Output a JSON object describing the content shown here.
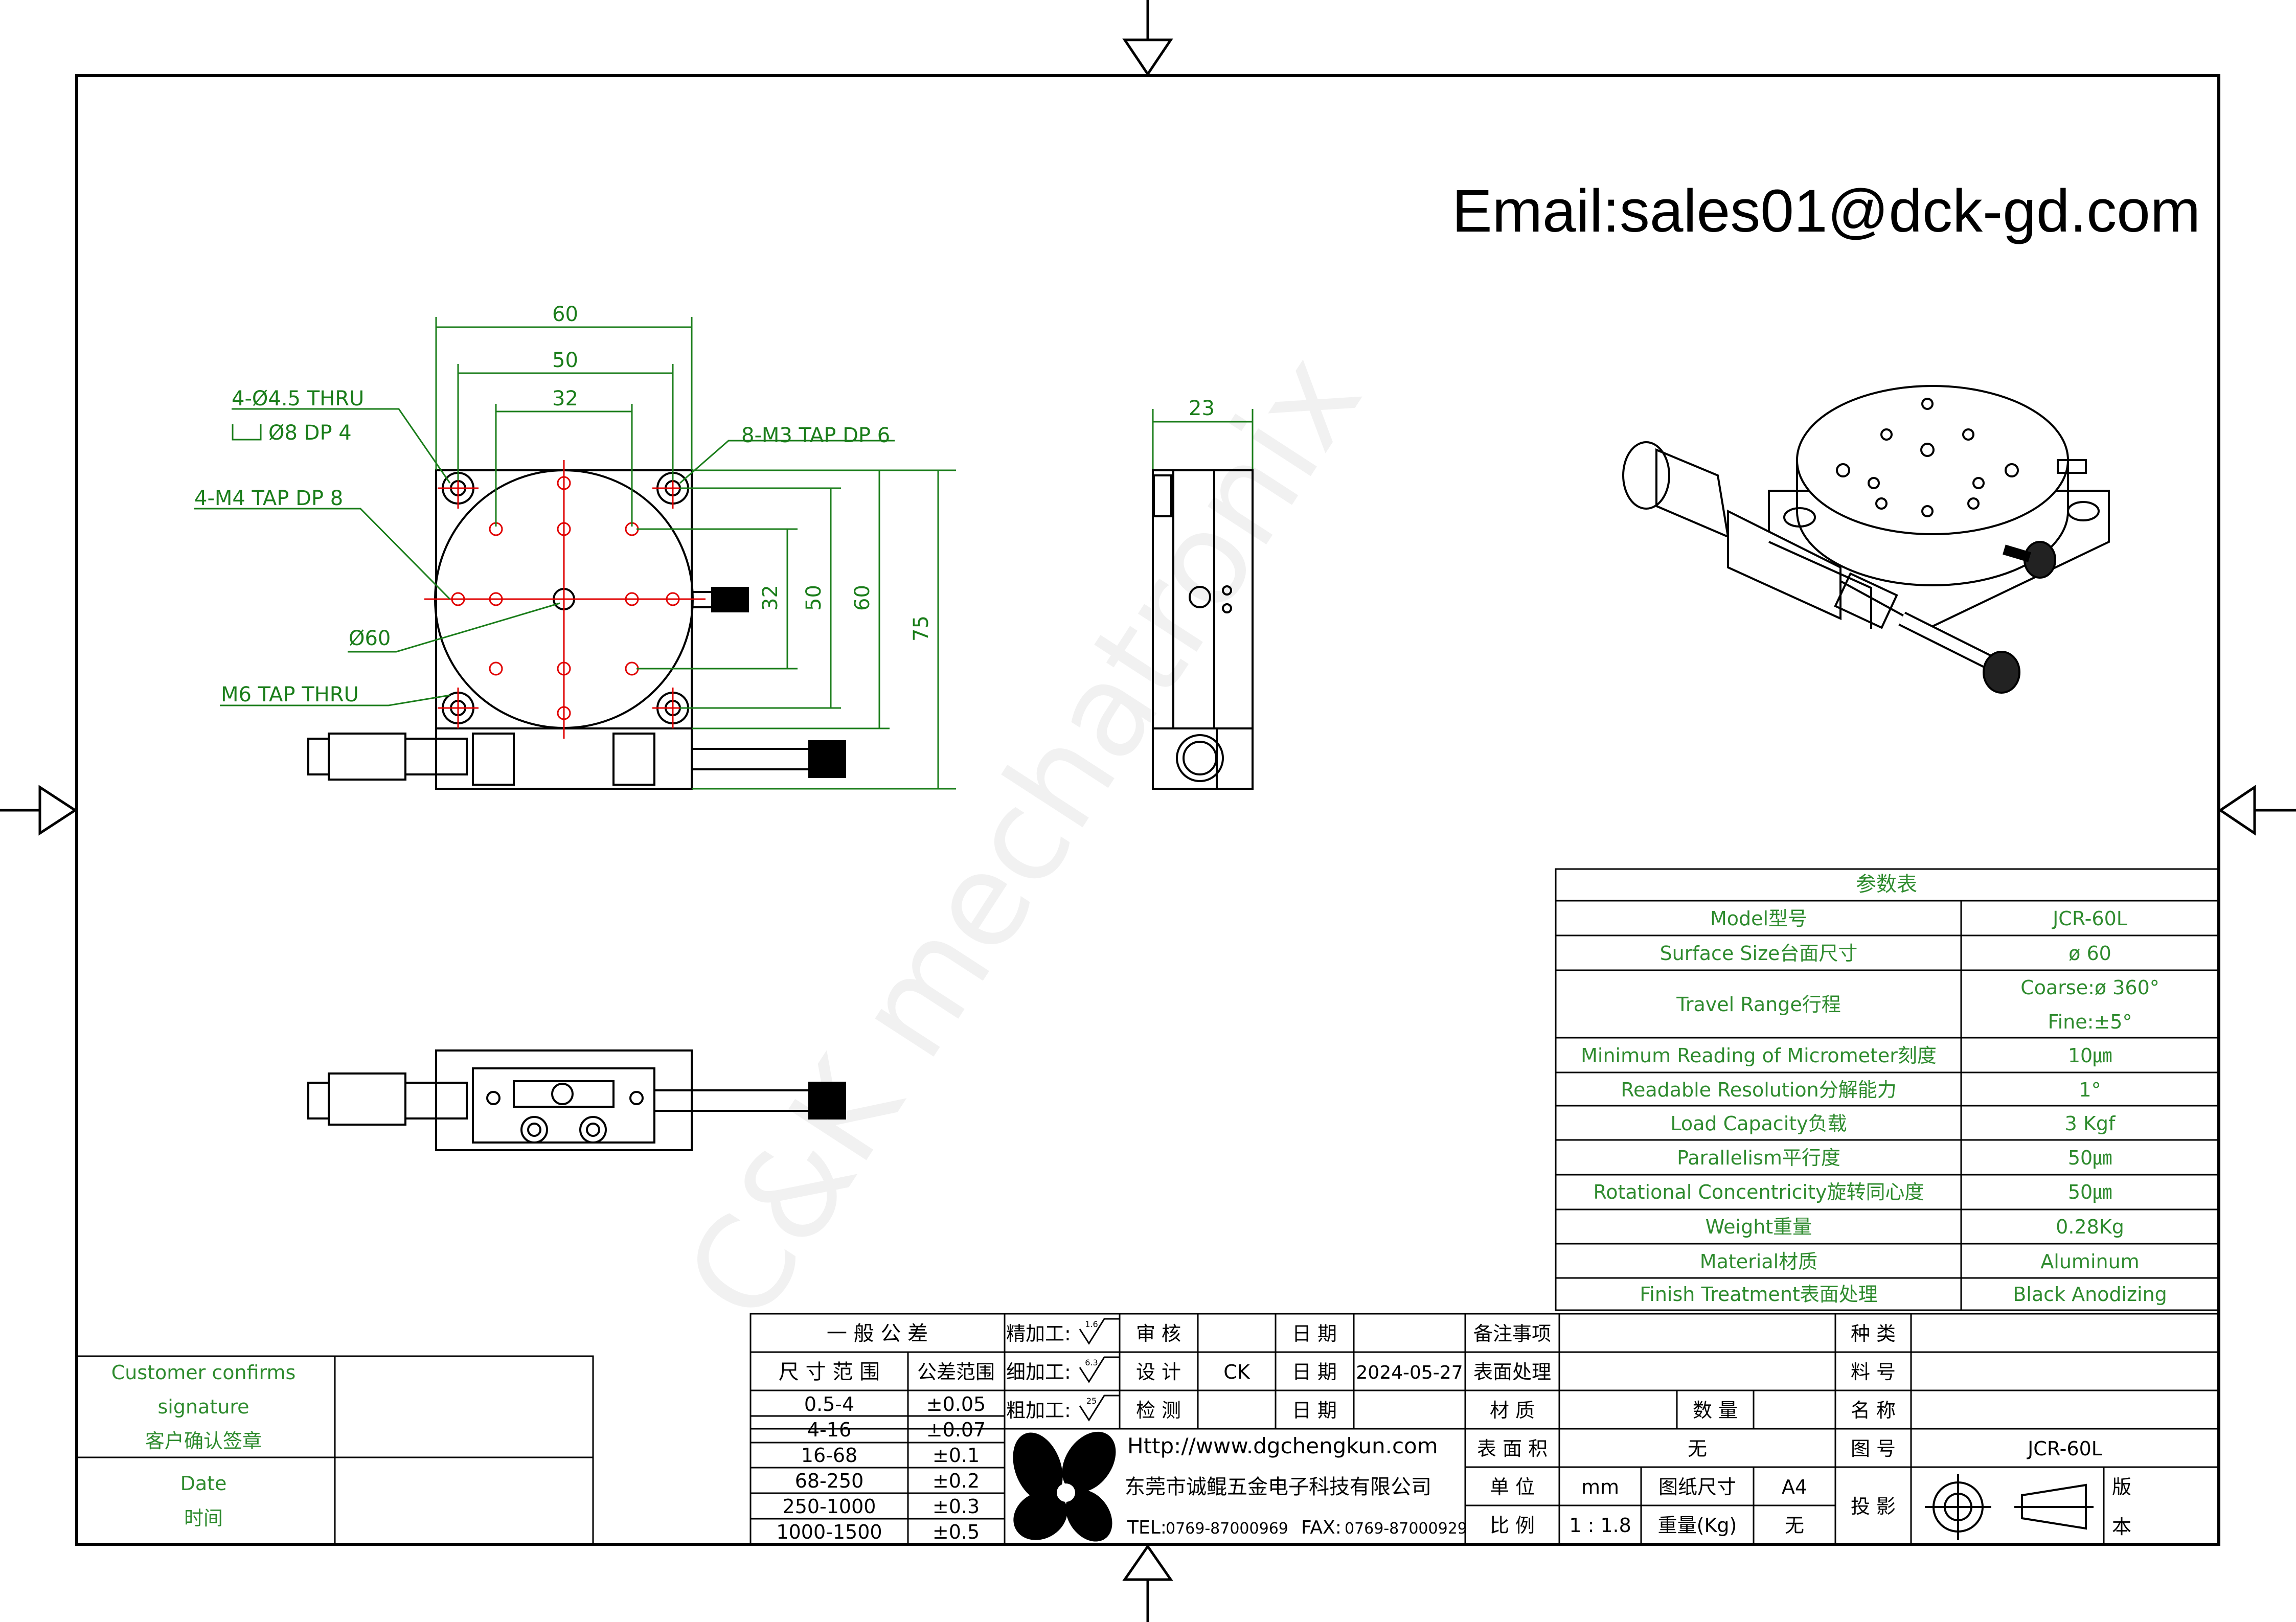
{
  "email": "Email:sales01@dck-gd.com",
  "watermark": "C&K mechatronix",
  "dimensions": {
    "w60": "60",
    "w50": "50",
    "w32": "32",
    "thru_holes": "4-Ø4.5 THRU",
    "counterbore": "Ø8 DP 4",
    "m4": "4-M4 TAP DP 8",
    "m3": "8-M3 TAP DP 6",
    "dia60": "Ø60",
    "m6": "M6 TAP THRU",
    "v32": "32",
    "v50": "50",
    "v60": "60",
    "v75": "75",
    "side23": "23"
  },
  "params": {
    "title": "参数表",
    "rows": [
      {
        "label": "Model型号",
        "value": "JCR-60L"
      },
      {
        "label": "Surface Size台面尺寸",
        "value": "ø 60"
      },
      {
        "label": "Travel Range行程",
        "value": "Coarse:ø 360°",
        "value2": "Fine:±5°"
      },
      {
        "label": "Minimum Reading of Micrometer刻度",
        "value": "10㎛"
      },
      {
        "label": "Readable Resolution分解能力",
        "value": "1°"
      },
      {
        "label": "Load Capacity负载",
        "value": "3 Kgf"
      },
      {
        "label": "Parallelism平行度",
        "value": "50㎛"
      },
      {
        "label": "Rotational Concentricity旋转同心度",
        "value": "50㎛"
      },
      {
        "label": "Weight重量",
        "value": "0.28Kg"
      },
      {
        "label": "Material材质",
        "value": "Aluminum"
      },
      {
        "label": "Finish Treatment表面处理",
        "value": "Black Anodizing"
      }
    ]
  },
  "customer": {
    "confirm1": "Customer confirms",
    "confirm2": "signature",
    "confirm3": "客户确认签章",
    "date1": "Date",
    "date2": "时间"
  },
  "tolerance": {
    "title": "一  般  公  差",
    "col1": "尺 寸 范 围",
    "col2": "公差范围",
    "rows": [
      {
        "range": "0.5-4",
        "tol": "±0.05"
      },
      {
        "range": "4-16",
        "tol": "±0.07"
      },
      {
        "range": "16-68",
        "tol": "±0.1"
      },
      {
        "range": "68-250",
        "tol": "±0.2"
      },
      {
        "range": "250-1000",
        "tol": "±0.3"
      },
      {
        "range": "1000-1500",
        "tol": "±0.5"
      }
    ]
  },
  "machining": {
    "fine": "精加工:",
    "medium": "细加工:",
    "rough": "粗加工:",
    "fine_ra": "1.6",
    "medium_ra": "6.3",
    "rough_ra": "25"
  },
  "approval": {
    "review": "审 核",
    "design": "设 计",
    "inspect": "检 测",
    "designer": "CK",
    "date": "日 期",
    "design_date": "2024-05-27"
  },
  "notes": {
    "remarks": "备注事项",
    "surface": "表面处理",
    "material": "材  质",
    "quantity": "数 量",
    "area": "表 面 积",
    "area_value": "无",
    "unit": "单 位",
    "unit_value": "mm",
    "paper_size": "图纸尺寸",
    "paper_value": "A4",
    "scale": "比  例",
    "scale_value": "1 : 1.8",
    "weight": "重量(Kg)",
    "weight_value": "无"
  },
  "company": {
    "url": "Http://www.dgchengkun.com",
    "name": "东莞市诚鲲五金电子科技有限公司",
    "tel_label": "TEL:",
    "tel": "0769-87000969",
    "fax_label": "FAX:",
    "fax": "0769-87000929"
  },
  "right_block": {
    "type": "种 类",
    "material_no": "料 号",
    "name": "名 称",
    "drawing_no": "图 号",
    "drawing_value": "JCR-60L",
    "projection": "投 影",
    "version1": "版",
    "version2": "本"
  }
}
